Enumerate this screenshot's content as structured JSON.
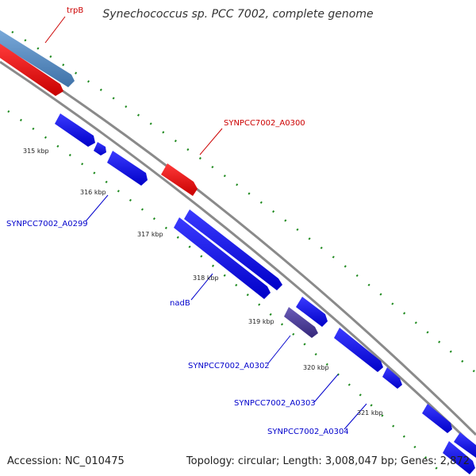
{
  "title": "Synechococcus sp. PCC 7002, complete genome",
  "footer": {
    "accession": "Accession: NC_010475",
    "summary": "Topology: circular; Length: 3,008,047 bp; Genes: 2,872"
  },
  "colors": {
    "background": "#ffffff",
    "backbone": "#8a8a8a",
    "tick_green": "#1f8a1f",
    "gene_blue": "#0000ee",
    "gene_red": "#ee0000",
    "gene_steelblue": "#4f86bf",
    "gene_purple": "#4b3c96",
    "label_blue": "#0000cc",
    "label_red": "#cc0000"
  },
  "ticks": [
    "315 kbp",
    "316 kbp",
    "317 kbp",
    "318 kbp",
    "319 kbp",
    "320 kbp",
    "321 kbp"
  ],
  "labels": [
    {
      "text": "trpB",
      "color": "red"
    },
    {
      "text": "SYNPCC7002_A0300",
      "color": "red"
    },
    {
      "text": "SYNPCC7002_A0299",
      "color": "blue"
    },
    {
      "text": "nadB",
      "color": "blue"
    },
    {
      "text": "SYNPCC7002_A0302",
      "color": "blue"
    },
    {
      "text": "SYNPCC7002_A0303",
      "color": "blue"
    },
    {
      "text": "SYNPCC7002_A0304",
      "color": "blue"
    }
  ],
  "genes": [
    {
      "name": "trpB",
      "color": "steelblue"
    },
    {
      "name": "red-gene-left",
      "color": "red"
    },
    {
      "name": "SYNPCC7002_A0300",
      "color": "red"
    },
    {
      "name": "blue-gene-1",
      "color": "blue"
    },
    {
      "name": "blue-gene-small",
      "color": "blue"
    },
    {
      "name": "SYNPCC7002_A0299",
      "color": "blue"
    },
    {
      "name": "blue-gene-upper-long",
      "color": "blue"
    },
    {
      "name": "nadB",
      "color": "blue"
    },
    {
      "name": "blue-gene-mid",
      "color": "blue"
    },
    {
      "name": "SYNPCC7002_A0302",
      "color": "purple"
    },
    {
      "name": "SYNPCC7002_A0303",
      "color": "blue"
    },
    {
      "name": "blue-gene-small-2",
      "color": "blue"
    },
    {
      "name": "SYNPCC7002_A0304",
      "color": "blue"
    },
    {
      "name": "blue-gene-bottom-a",
      "color": "blue"
    },
    {
      "name": "blue-gene-bottom-b",
      "color": "blue"
    }
  ]
}
